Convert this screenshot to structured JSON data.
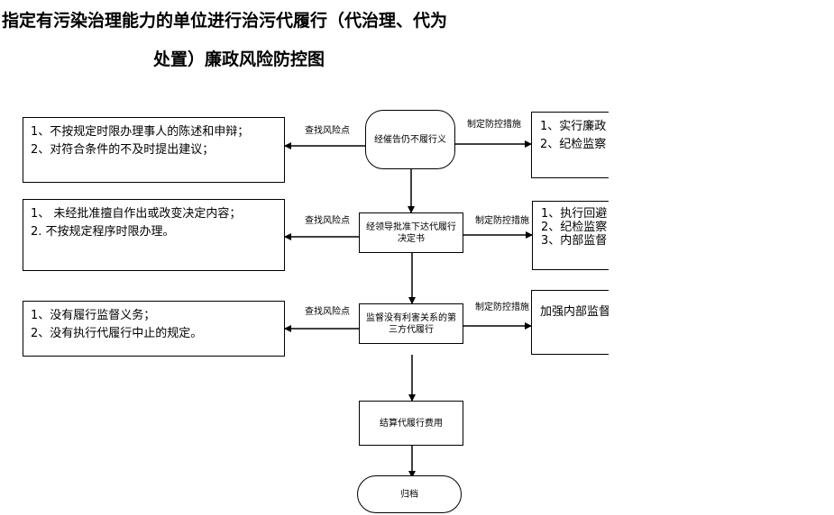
{
  "title": {
    "line1": "指定有污染治理能力的单位进行治污代履行（代治理、代为",
    "line2": "处置）廉政风险防控图"
  },
  "flow": {
    "step1": "经催告仍不履行义",
    "step2": "经领导批准下达代履行决定书",
    "step3": "监督没有利害关系的第三方代履行",
    "step4": "结算代履行费用",
    "end": "归档"
  },
  "labels": {
    "find_risk": "查找风险点",
    "make_measures": "制定防控措施"
  },
  "risks": {
    "r1": [
      "1、不按规定时限办理事人的陈述和申辩；",
      "2、对符合条件的不及时提出建议；"
    ],
    "r2": [
      "1、  未经批准擅自作出或改变决定内容；",
      "2. 不按规定程序时限办理。"
    ],
    "r3": [
      "1、没有履行监督义务；",
      "2、没有执行代履行中止的规定。"
    ]
  },
  "measures": {
    "m1": [
      "1、实行廉政",
      "2、纪检监察"
    ],
    "m2": [
      "1、执行回避",
      "2、纪检监察",
      "3、内部监督"
    ],
    "m3": [
      "加强内部监督"
    ]
  }
}
